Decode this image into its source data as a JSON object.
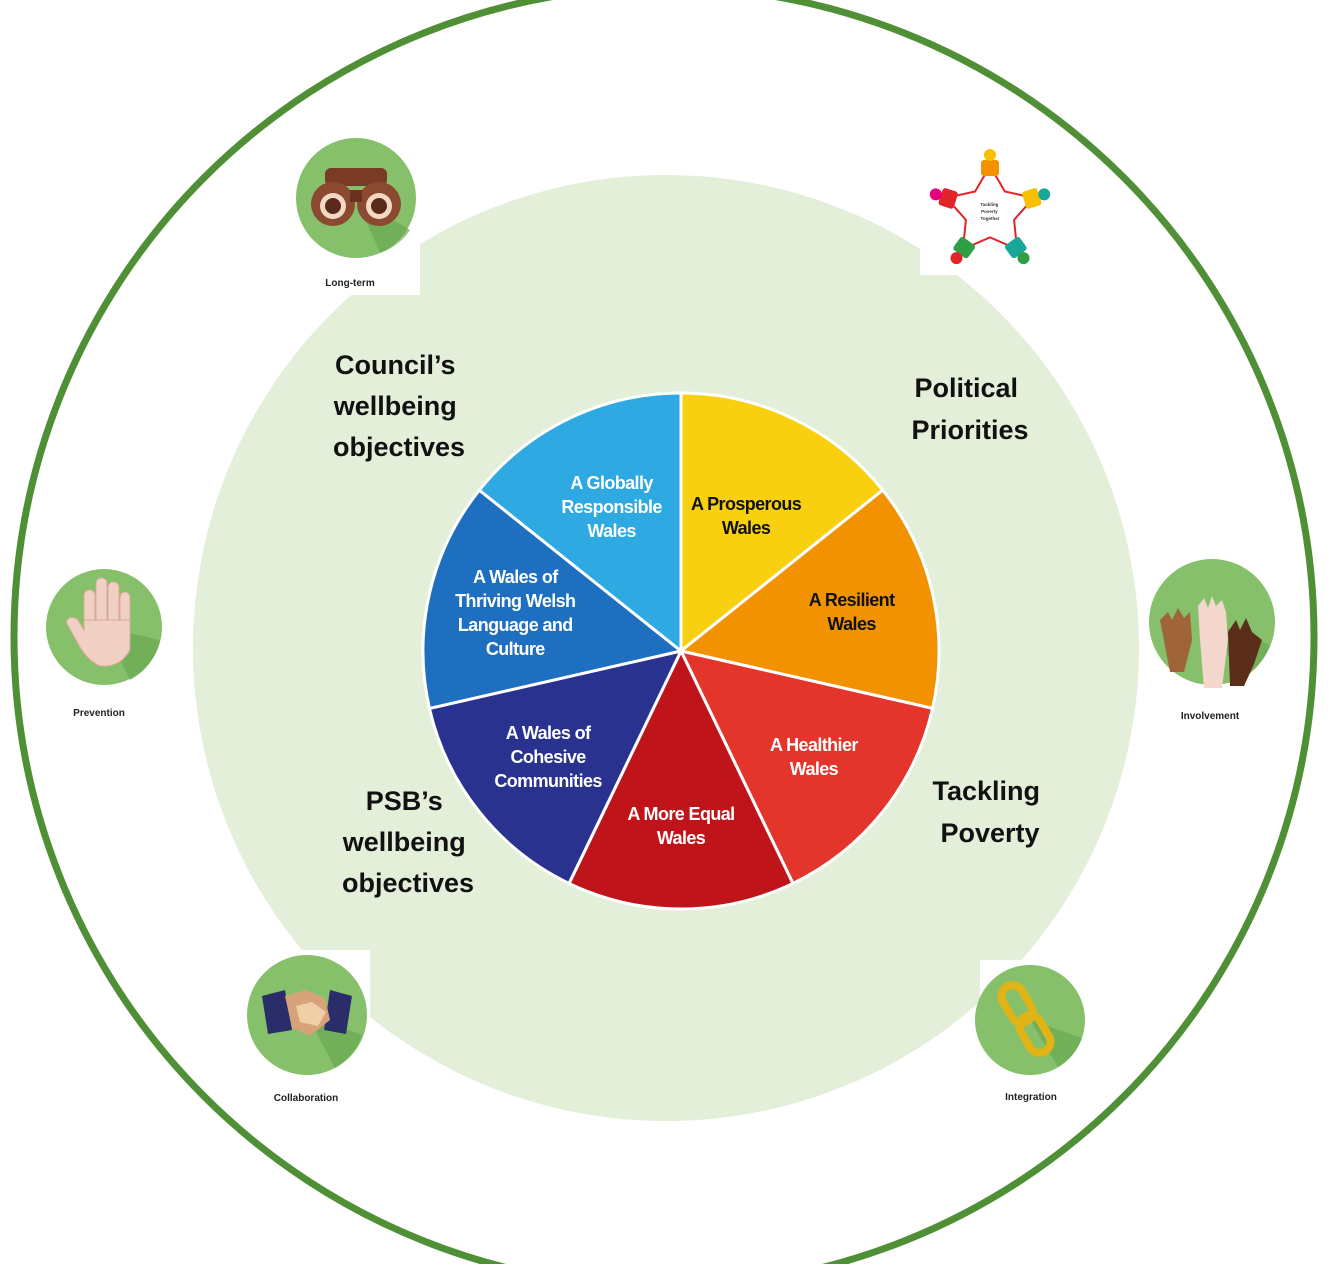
{
  "wellbeing_goals": [
    {
      "label": "A Prosperous Wales",
      "lines": [
        "A Prosperous",
        "Wales"
      ],
      "color": "#f9d010",
      "text_color": "#111111"
    },
    {
      "label": "A Resilient Wales",
      "lines": [
        "A Resilient",
        "Wales"
      ],
      "color": "#f39200",
      "text_color": "#111111"
    },
    {
      "label": "A Healthier Wales",
      "lines": [
        "A Healthier",
        "Wales"
      ],
      "color": "#e3352b",
      "text_color": "#ffffff"
    },
    {
      "label": "A More Equal Wales",
      "lines": [
        "A More Equal",
        "Wales"
      ],
      "color": "#c0141b",
      "text_color": "#ffffff"
    },
    {
      "label": "A Wales of Cohesive Communities",
      "lines": [
        "A Wales of",
        "Cohesive",
        "Communities"
      ],
      "color": "#2a3290",
      "text_color": "#ffffff"
    },
    {
      "label": "A Wales of Thriving Welsh Language and Culture",
      "lines": [
        "A Wales of",
        "Thriving Welsh",
        "Language and",
        "Culture"
      ],
      "color": "#1f6fc0",
      "text_color": "#ffffff"
    },
    {
      "label": "A Globally Responsible Wales",
      "lines": [
        "A Globally",
        "Responsible",
        "Wales"
      ],
      "color": "#2ea9e2",
      "text_color": "#ffffff"
    }
  ],
  "drivers": {
    "councils_objectives": [
      "Council’s",
      "wellbeing",
      "objectives"
    ],
    "political_priorities": [
      "Political",
      "Priorities"
    ],
    "tackling_poverty": [
      "Tackling",
      "Poverty"
    ],
    "psb_objectives": [
      "PSB’s",
      "wellbeing",
      "objectives"
    ]
  },
  "principles": [
    {
      "key": "long_term",
      "label": "Long-term",
      "icon": "binoculars-icon"
    },
    {
      "key": "prevention",
      "label": "Prevention",
      "icon": "hand-icon"
    },
    {
      "key": "involvement",
      "label": "Involvement",
      "icon": "raised-hands-icon"
    },
    {
      "key": "collaboration",
      "label": "Collaboration",
      "icon": "handshake-icon"
    },
    {
      "key": "integration",
      "label": "Integration",
      "icon": "chain-link-icon"
    }
  ],
  "tackling_poverty_logo": {
    "lines": [
      "Tackling",
      "Poverty",
      "Together"
    ],
    "colors": [
      "#f39200",
      "#f9c000",
      "#17a89a",
      "#2e9f45",
      "#e2232a",
      "#e6007e"
    ]
  },
  "colors": {
    "outer_ring": "#4f8f35",
    "inner_disc": "#e3efd9",
    "icon_disc": "#86c06a",
    "icon_shadow": "#6aa852"
  }
}
